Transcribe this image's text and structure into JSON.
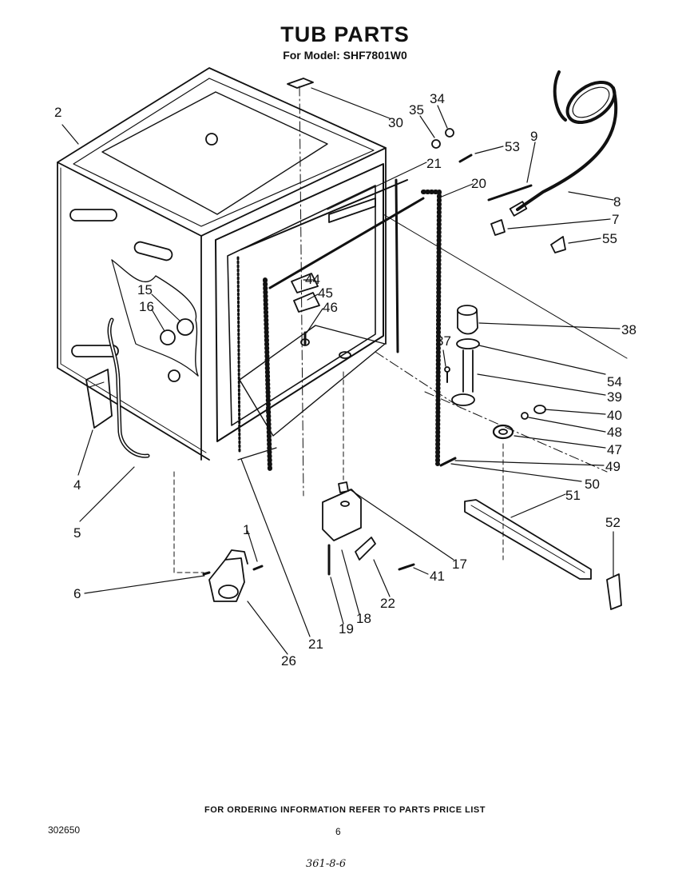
{
  "title": "TUB PARTS",
  "subtitle": "For Model: SHF7801W0",
  "callouts": [
    "2",
    "30",
    "35",
    "34",
    "53",
    "9",
    "21",
    "20",
    "8",
    "7",
    "55",
    "44",
    "45",
    "46",
    "15",
    "16",
    "38",
    "37",
    "54",
    "39",
    "40",
    "48",
    "47",
    "49",
    "50",
    "51",
    "52",
    "4",
    "5",
    "17",
    "41",
    "6",
    "1",
    "22",
    "18",
    "19",
    "21",
    "26"
  ],
  "footer": "FOR ORDERING INFORMATION REFER TO PARTS PRICE LIST",
  "doc_number": "302650",
  "page_number": "6",
  "handwritten_note": "361-8-6"
}
